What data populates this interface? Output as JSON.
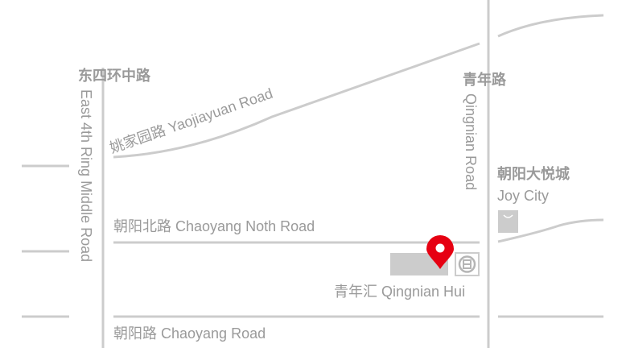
{
  "roads": {
    "east_4th_ring_zh": "东四环中路",
    "east_4th_ring_en": "East 4th Ring Middle Road",
    "yaojiayuan": "姚家园路 Yaojiayuan Road",
    "qingnian_road_zh": "青年路",
    "qingnian_road_en": "Qingnian Road",
    "chaoyang_north": "朝阳北路 Chaoyang Noth Road",
    "chaoyang": "朝阳路 Chaoyang Road"
  },
  "places": {
    "joy_city_zh": "朝阳大悦城",
    "joy_city_en": "Joy City",
    "qingnian_hui": "青年汇 Qingnian Hui"
  },
  "icons": {
    "location_pin": "location-pin-icon",
    "subway": "subway-icon",
    "shopping_bag": "shopping-bag-icon"
  },
  "colors": {
    "road": "#cccccc",
    "label": "#9a9a9a",
    "pin": "#e60012",
    "building": "#cccccc"
  }
}
